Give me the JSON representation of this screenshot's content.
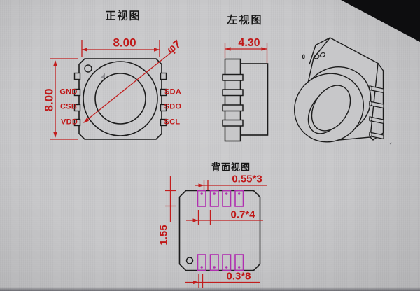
{
  "views": {
    "front": {
      "title": "正视图",
      "dim_width": "8.00",
      "dim_height": "8.00",
      "diameter": "φ7",
      "pins_left": [
        "GND",
        "CSB",
        "VDD"
      ],
      "pins_right": [
        "SDA",
        "SDO",
        "SCL"
      ]
    },
    "left": {
      "title": "左视图",
      "dim_width": "4.30"
    },
    "back": {
      "title": "背面视图",
      "dims": {
        "pad_gap": "0.55*3",
        "pad_pitch": "0.7*4",
        "pad_length": "1.55",
        "pad_width": "0.3*8"
      }
    }
  },
  "colors": {
    "dimension_red": "#c01818",
    "pad_magenta": "#b02fb0",
    "line_black": "#1c1c1c",
    "background_gray": "#c7c7c9"
  }
}
